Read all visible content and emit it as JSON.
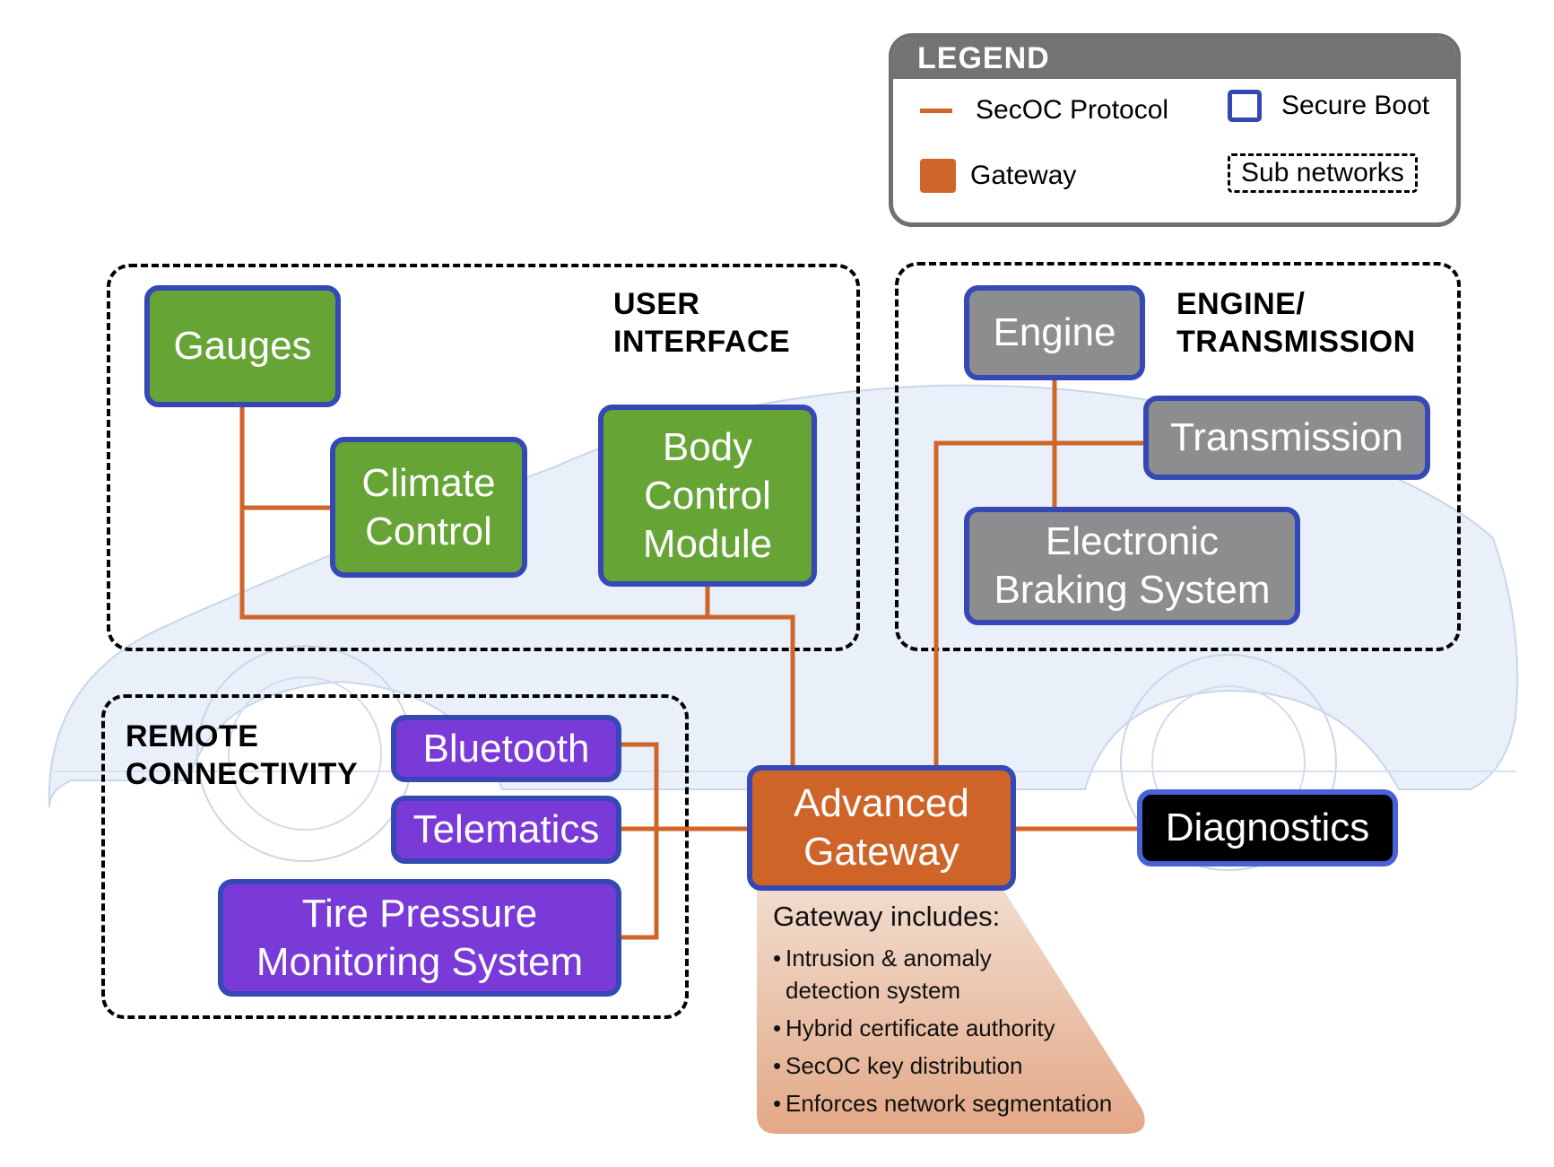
{
  "legend": {
    "title": "LEGEND",
    "items": [
      {
        "icon": "orange-line-icon",
        "label": "SecOC Protocol"
      },
      {
        "icon": "blue-outline-square-icon",
        "label": "Secure Boot"
      },
      {
        "icon": "orange-square-icon",
        "label": "Gateway"
      },
      {
        "icon": "dashed-box-icon",
        "label": "Sub networks"
      }
    ]
  },
  "groups": {
    "user_interface": {
      "label_line1": "USER",
      "label_line2": "INTERFACE"
    },
    "engine_transmission": {
      "label_line1": "ENGINE/",
      "label_line2": "TRANSMISSION"
    },
    "remote_connectivity": {
      "label_line1": "REMOTE",
      "label_line2": "CONNECTIVITY"
    }
  },
  "nodes": {
    "gauges": {
      "label": "Gauges"
    },
    "climate_control": {
      "label_line1": "Climate",
      "label_line2": "Control"
    },
    "body_control_module": {
      "label_line1": "Body",
      "label_line2": "Control",
      "label_line3": "Module"
    },
    "engine": {
      "label": "Engine"
    },
    "transmission": {
      "label": "Transmission"
    },
    "electronic_braking_system": {
      "label_line1": "Electronic",
      "label_line2": "Braking System"
    },
    "bluetooth": {
      "label": "Bluetooth"
    },
    "telematics": {
      "label": "Telematics"
    },
    "tire_pressure_monitoring_system": {
      "label_line1": "Tire Pressure",
      "label_line2": "Monitoring System"
    },
    "advanced_gateway": {
      "label_line1": "Advanced",
      "label_line2": "Gateway"
    },
    "diagnostics": {
      "label": "Diagnostics"
    }
  },
  "gateway_info": {
    "title": "Gateway includes:",
    "items": [
      {
        "line1": "Intrusion & anomaly",
        "line2": "detection system"
      },
      {
        "line1": "Hybrid certificate authority"
      },
      {
        "line1": "SecOC key distribution"
      },
      {
        "line1": "Enforces network segmentation"
      }
    ]
  },
  "colors": {
    "secoc_line": "#d0652a",
    "gateway": "#cf6428",
    "secure_boot_border": "#3548b5",
    "user_interface_node": "#67a436",
    "engine_node": "#8c8d8f",
    "remote_node": "#7a3ad8",
    "diagnostics_node": "#000000",
    "legend_header": "#737373"
  }
}
